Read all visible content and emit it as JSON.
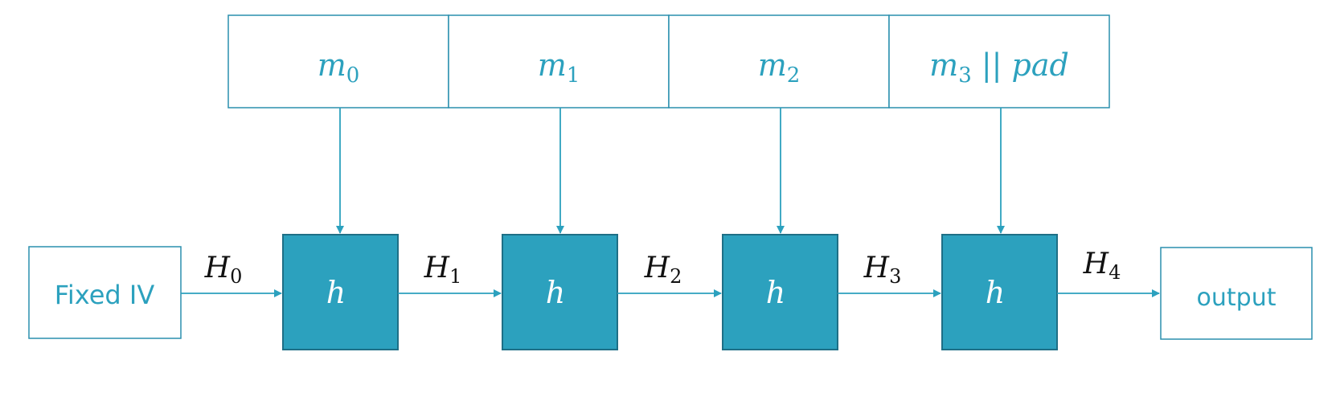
{
  "colors": {
    "accent": "#2CA1BE",
    "box_border": "#2A8FAE",
    "text_dark": "#111111",
    "text_light": "#ffffff"
  },
  "message_blocks": [
    {
      "base": "m",
      "sub": "0",
      "suffix": ""
    },
    {
      "base": "m",
      "sub": "1",
      "suffix": ""
    },
    {
      "base": "m",
      "sub": "2",
      "suffix": ""
    },
    {
      "base": "m",
      "sub": "3",
      "suffix": " || pad"
    }
  ],
  "iv_label": "Fixed IV",
  "compression_label": "h",
  "chain_labels": [
    {
      "base": "H",
      "sub": "0"
    },
    {
      "base": "H",
      "sub": "1"
    },
    {
      "base": "H",
      "sub": "2"
    },
    {
      "base": "H",
      "sub": "3"
    },
    {
      "base": "H",
      "sub": "4"
    }
  ],
  "output_label": "output"
}
